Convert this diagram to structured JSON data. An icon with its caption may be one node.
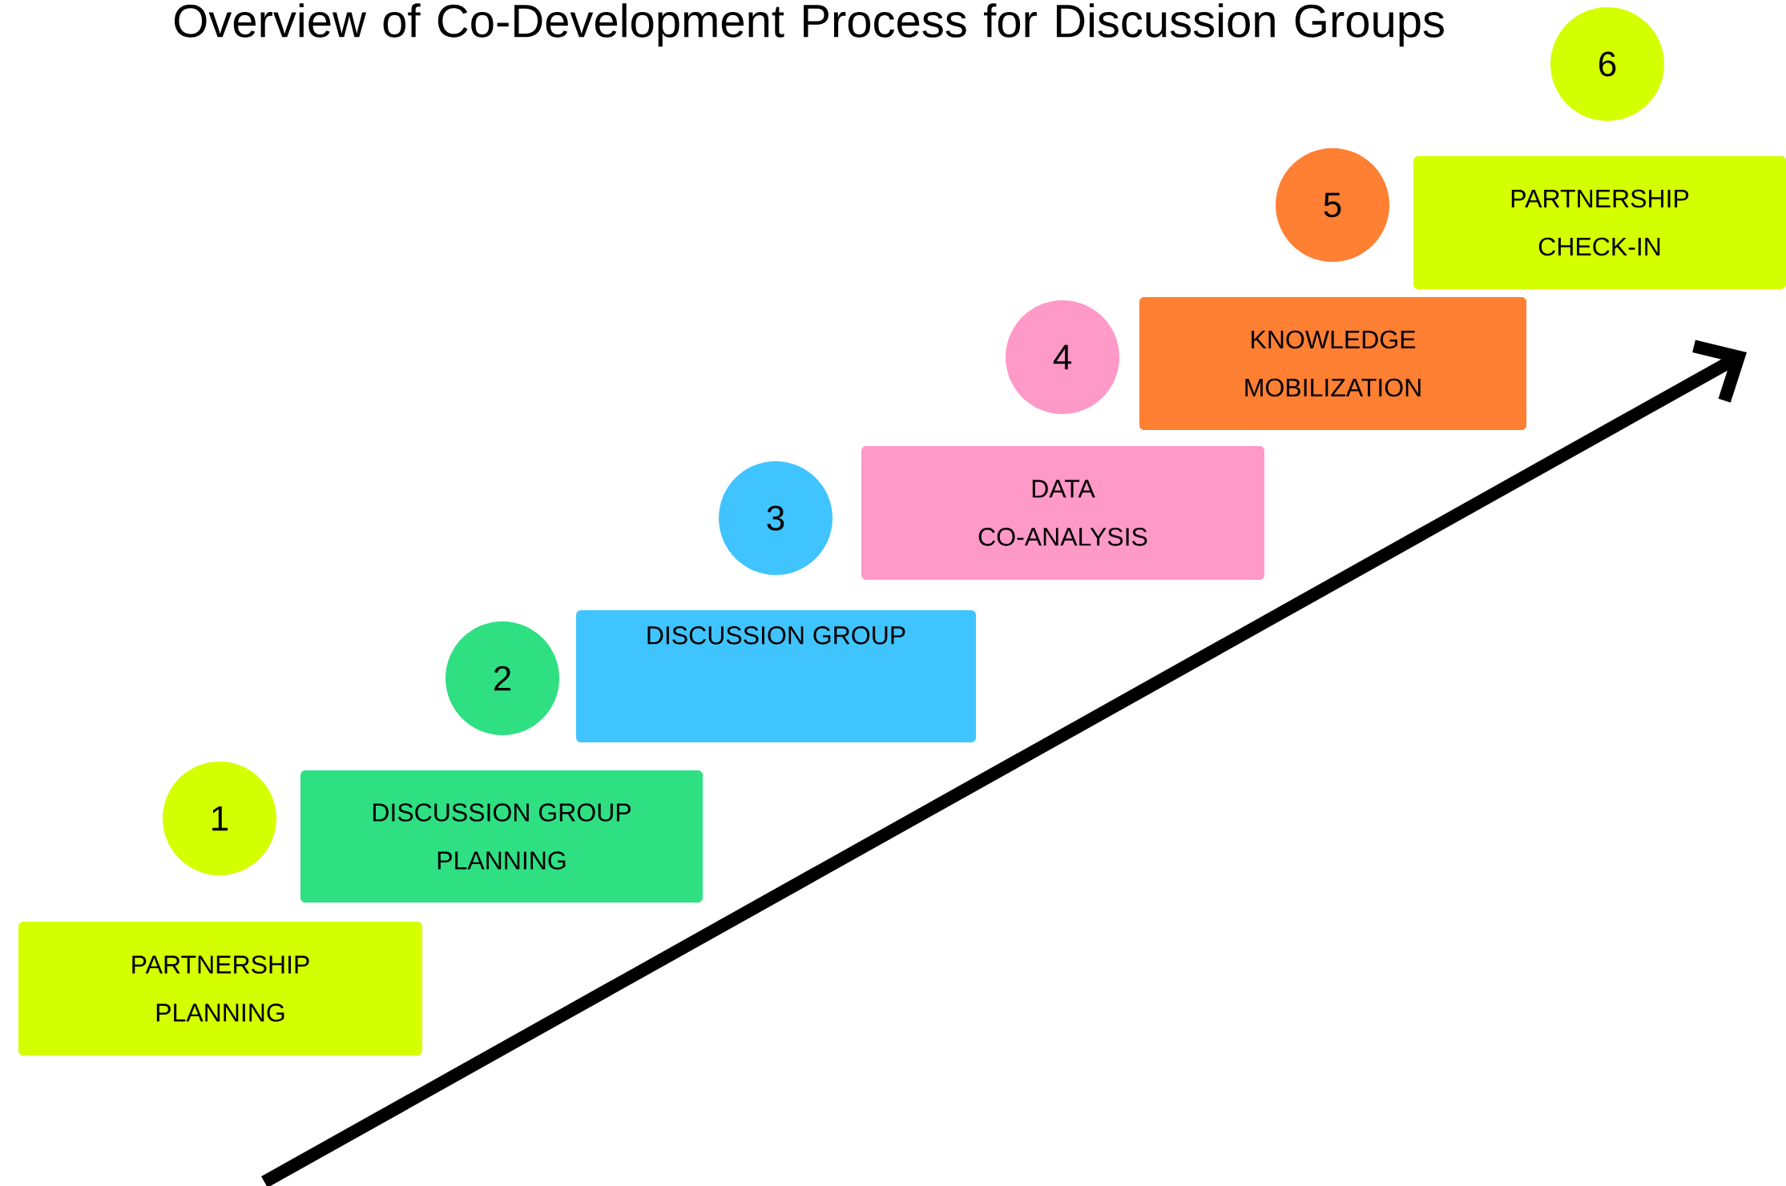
{
  "diagram": {
    "title": "Overview of Co-Development Process for Discussion Groups",
    "nodes": [
      {
        "text": [
          "PARTNERSHIP PLANNING"
        ]
      },
      {
        "text": [
          "1"
        ]
      },
      {
        "text": [
          "DISCUSSION GROUP PLANNING"
        ]
      },
      {
        "text": [
          "2"
        ]
      },
      {
        "text": [
          "DISCUSSION GROUP"
        ]
      },
      {
        "text": [
          "3"
        ]
      },
      {
        "text": [
          "DATA CO-ANALYSIS"
        ]
      },
      {
        "text": [
          "4"
        ]
      },
      {
        "text": [
          "KNOWLEDGE MOBILIZATION"
        ]
      },
      {
        "text": [
          "5"
        ]
      },
      {
        "text": [
          "PARTNERSHIP CHECK-IN"
        ]
      },
      {
        "text": [
          "6"
        ]
      }
    ],
    "edges": []
  }
}
